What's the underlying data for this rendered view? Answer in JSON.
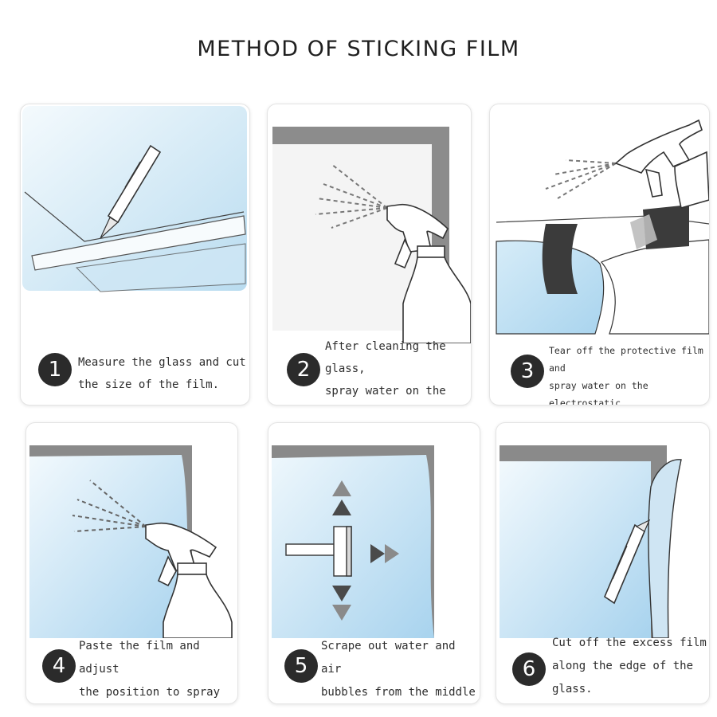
{
  "title": "METHOD OF STICKING FILM",
  "colors": {
    "glass_light": "#e8f4fb",
    "glass_blue": "#b7dcf1",
    "frame_gray": "#8a8a8a",
    "dark_film": "#3a3a3a",
    "badge": "#2b2b2b",
    "line": "#333333"
  },
  "steps": [
    {
      "number": "1",
      "caption": "Measure the glass and cut\nthe size of the film.",
      "icons": [
        "utility-knife-icon",
        "film-strip-icon",
        "glass-pane-icon"
      ]
    },
    {
      "number": "2",
      "caption": "After cleaning the glass,\nspray water on the glass\nto wet it.",
      "icons": [
        "spray-bottle-icon",
        "water-mist-icon",
        "window-frame-icon"
      ]
    },
    {
      "number": "3",
      "caption": "Tear off the protective film and\nspray water on the electrostatic\nadsorption surface to wet.",
      "icons": [
        "spray-bottle-icon",
        "water-mist-icon",
        "protective-film-icon"
      ]
    },
    {
      "number": "4",
      "caption": "Paste the film and adjust\nthe position to spray\nwater to wet.",
      "icons": [
        "spray-bottle-icon",
        "water-mist-icon",
        "window-frame-icon"
      ]
    },
    {
      "number": "5",
      "caption": "Scrape out water and air\nbubbles from the middle\nto the surroundings.",
      "icons": [
        "squeegee-icon",
        "arrow-up-icon",
        "arrow-down-icon",
        "arrow-right-icon"
      ]
    },
    {
      "number": "6",
      "caption": "Cut off the excess film\nalong the edge of the\nglass.",
      "icons": [
        "utility-knife-icon",
        "film-edge-icon",
        "window-frame-icon"
      ]
    }
  ]
}
